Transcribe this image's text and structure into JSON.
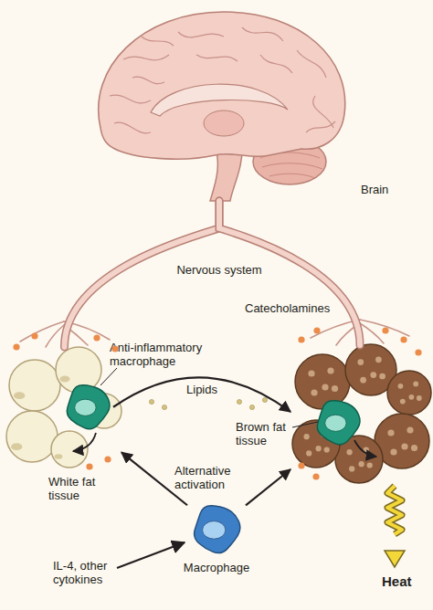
{
  "diagram": {
    "nodes": [
      {
        "text": [
          "Brain"
        ]
      },
      {
        "text": [
          "White fat tissue"
        ]
      },
      {
        "text": [
          "Anti-inflammatory macrophage"
        ],
        "in": 1
      },
      {
        "text": [
          "Brown fat tissue"
        ]
      },
      {
        "text": [
          "Macrophage"
        ]
      }
    ],
    "edges": [
      {
        "from": 0,
        "to": 1,
        "arrow": "none"
      },
      {
        "from": 0,
        "to": 3,
        "arrow": "none"
      },
      {
        "from": 2,
        "to": 3,
        "label": "Lipids",
        "arrow": "to"
      },
      {
        "from": 4,
        "to": 1,
        "label": "Alternative activation",
        "arrow": "to"
      },
      {
        "from": 4,
        "to": 3,
        "arrow": "to"
      }
    ],
    "labels": [
      "Nervous system",
      "Catecholamines",
      "IL-4, other cytokines",
      "Heat"
    ]
  }
}
